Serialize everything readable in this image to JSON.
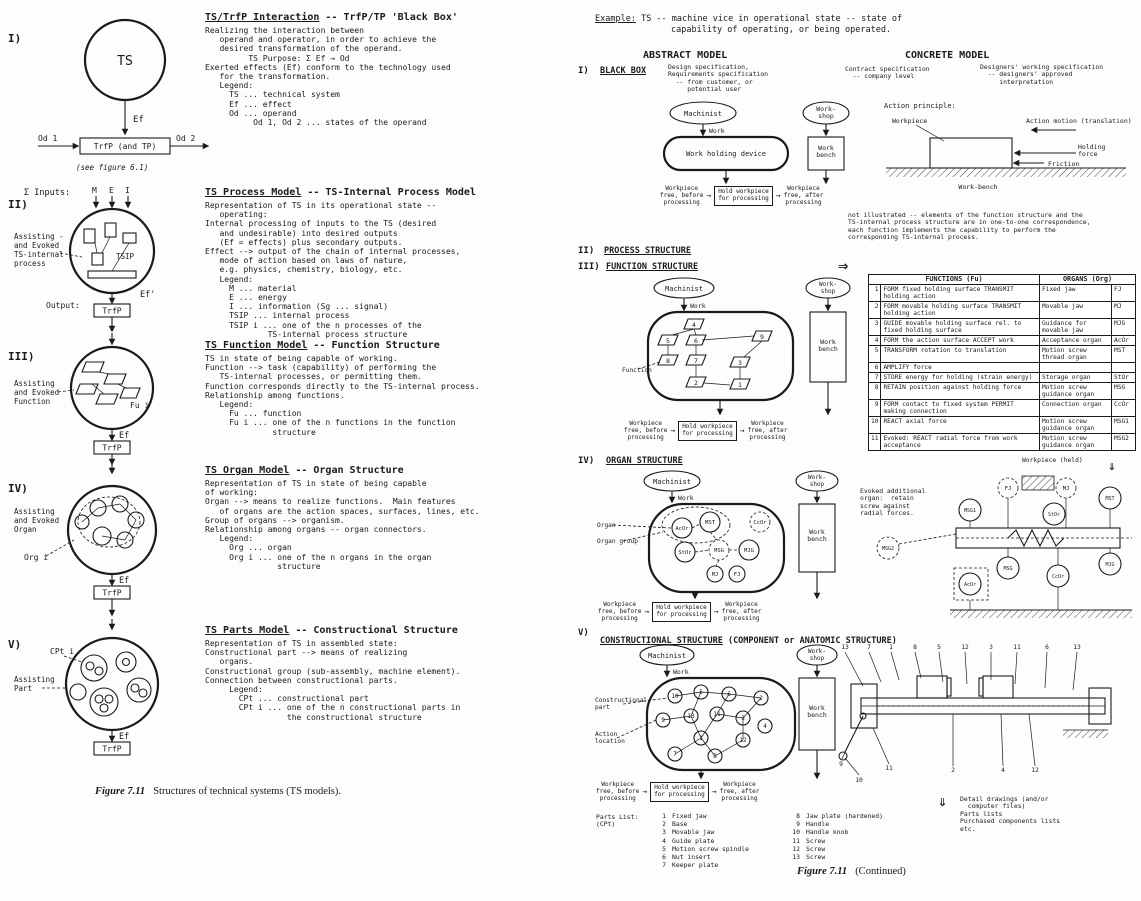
{
  "icons": {
    "flow_arrow": "→",
    "double_arrow_right": "⇒",
    "double_arrow_down": "⇓"
  },
  "left_page": {
    "caption_label": "Figure 7.11",
    "caption_text": "Structures of technical systems (TS models).",
    "s1": {
      "numeral": "I)",
      "heading": "TS/TrfP Interaction",
      "heading_rest": " -- TrfP/TP 'Black Box'",
      "body": [
        "Realizing the interaction between",
        "   operand and operator, in order to achieve the",
        "   desired transformation of the operand.",
        "         TS Purpose: Σ Ef → Od",
        "Exerted effects (Ef) conform to the technology used",
        "   for the transformation.",
        "   Legend:",
        "     TS ... technical system",
        "     Ef ... effect",
        "     Od ... operand",
        "          Od 1, Od 2 ... states of the operand"
      ],
      "diagram": {
        "ts": "TS",
        "ef": "Ef",
        "box": "TrfP (and TP)",
        "od1": "Od 1",
        "od2": "Od 2",
        "note": "(see figure 6.1)"
      }
    },
    "s2": {
      "numeral": "II)",
      "heading": "TS Process Model",
      "heading_rest": " -- TS-Internal Process Model",
      "body": [
        "Representation of TS in its operational state --",
        "   operating:",
        "Internal processing of inputs to the TS (desired",
        "   and undesirable) into desired outputs",
        "   (Ef = effects) plus secondary outputs.",
        "Effect --> output of the chain of internal processes,",
        "   mode of action based on laws of nature,",
        "   e.g. physics, chemistry, biology, etc.",
        "   Legend:",
        "     M ... material",
        "     E ... energy",
        "     I ... information (Sg ... signal)",
        "     TSIP ... internal process",
        "     TSIP i ... one of the n processes of the",
        "             TS-internal process structure"
      ],
      "diagram": {
        "inputs_label": "Σ Inputs:",
        "m": "M",
        "e": "E",
        "i": "I",
        "tsip": "TSIP",
        "side_label": [
          "Assisting -",
          "and Evoked",
          "TS-internal",
          "process"
        ],
        "output_label": "Output:",
        "trfp": "TrfP",
        "ef": "Ef'"
      }
    },
    "s3": {
      "numeral": "III)",
      "heading": "TS Function Model",
      "heading_rest": " -- Function Structure",
      "body": [
        "TS in state of being capable of working.",
        "Function --> task (capability) of performing the",
        "   TS-internal processes, or permitting them.",
        "Function corresponds directly to the TS-internal process.",
        "Relationship among functions.",
        "   Legend:",
        "     Fu ... function",
        "     Fu i ... one of the n functions in the function",
        "              structure"
      ],
      "diagram": {
        "fu": "Fu i",
        "side_label": [
          "Assisting",
          "and Evoked",
          "Function"
        ],
        "ef": "Ef",
        "trfp": "TrfP"
      }
    },
    "s4": {
      "numeral": "IV)",
      "heading": "TS Organ Model",
      "heading_rest": " -- Organ Structure",
      "body": [
        "Representation of TS in state of being capable",
        "of working:",
        "Organ --> means to realize functions.  Main features",
        "   of organs are the action spaces, surfaces, lines, etc.",
        "Group of organs --> organism.",
        "Relationship among organs -- organ connectors.",
        "   Legend:",
        "     Org ... organ",
        "     Org i ... one of the n organs in the organ",
        "               structure"
      ],
      "diagram": {
        "org": "Org i",
        "side_label": [
          "Assisting",
          "and Evoked",
          "Organ"
        ],
        "ef": "Ef",
        "trfp": "TrfP"
      }
    },
    "s5": {
      "numeral": "V)",
      "heading": "TS Parts Model",
      "heading_rest": " -- Constructional Structure",
      "body": [
        "Representation of TS in assembled state:",
        "Constructional part --> means of realizing",
        "   organs.",
        "Constructional group (sub-assembly, machine element).",
        "Connection between constructional parts.",
        "     Legend:",
        "       CPt ... constructional part",
        "       CPt i ... one of the n constructional parts in",
        "                 the constructional structure"
      ],
      "diagram": {
        "cpt": "CPt i",
        "side_label": [
          "Assisting",
          "Part"
        ],
        "ef": "Ef",
        "trfp": "TrfP"
      }
    }
  },
  "right_page": {
    "example_label": "Example:",
    "example_line1": "  TS -- machine vice in operational state -- state of",
    "example_line2": "capability of operating, or being operated.",
    "abstract_header": "ABSTRACT MODEL",
    "concrete_header": "CONCRETE MODEL",
    "workflow": {
      "before": [
        "Workpiece",
        "free, before",
        "processing"
      ],
      "hold": [
        "Hold workpiece",
        "for processing"
      ],
      "after": [
        "Workpiece",
        "free, after",
        "processing"
      ]
    },
    "common": {
      "machinist": "Machinist",
      "work": "Work",
      "workshop": [
        "Work-",
        "shop"
      ],
      "workbench": [
        "Work",
        "bench"
      ]
    },
    "s1": {
      "numeral": "I)",
      "heading": "BLACK BOX",
      "abstract_note": [
        "Design specification,",
        "Requirements specification",
        "  -- from customer, or",
        "     potential user"
      ],
      "concrete_note1": [
        "Contract specification",
        "  -- company level"
      ],
      "concrete_note2": [
        "Designers' working specification",
        "  -- designers' approved",
        "     interpretation"
      ],
      "device": "Work holding device",
      "action_principle": "Action principle:",
      "workpiece": "Workpiece",
      "action_motion": "Action motion (translation)",
      "holding_force": [
        "Holding",
        "force"
      ],
      "friction": "Friction",
      "workbench_label": "Work-bench"
    },
    "s2": {
      "numeral": "II)",
      "heading": "PROCESS STRUCTURE",
      "note": [
        "not illustrated -- elements of the function structure and the",
        "TS-internal process structure are in one-to-one correspondence,",
        "each function implements the capability to perform the",
        "corresponding TS-internal process."
      ]
    },
    "s3": {
      "numeral": "III)",
      "heading": "FUNCTION STRUCTURE",
      "function_label": "Function",
      "fn_numbers": [
        "4",
        "5",
        "6",
        "9",
        "8",
        "7",
        "3",
        "2",
        "1"
      ],
      "table": {
        "col_fu": "FUNCTIONS (Fu)",
        "col_org": "ORGANS (Org)",
        "rows": [
          {
            "num": "1",
            "fu": "FORM fixed holding surface TRANSMIT holding action",
            "organ": "Fixed jaw",
            "abbr": "FJ"
          },
          {
            "num": "2",
            "fu": "FORM movable holding surface TRANSMIT holding action",
            "organ": "Movable jaw",
            "abbr": "MJ"
          },
          {
            "num": "3",
            "fu": "GUIDE movable holding surface rel. to fixed holding surface",
            "organ": "Guidance for movable jaw",
            "abbr": "MJG"
          },
          {
            "num": "4",
            "fu": "FORM the action surface ACCEPT work",
            "organ": "Acceptance organ",
            "abbr": "AcOr"
          },
          {
            "num": "5",
            "fu": "TRANSFORM rotation to translation",
            "organ": "Motion screw thread organ",
            "abbr": "MST"
          },
          {
            "num": "6",
            "fu": "AMPLIFY force",
            "organ": "",
            "abbr": ""
          },
          {
            "num": "7",
            "fu": "STORE energy for holding (strain energy)",
            "organ": "Storage organ",
            "abbr": "StOr"
          },
          {
            "num": "8",
            "fu": "RETAIN position against holding force",
            "organ": "Motion screw guidance organ",
            "abbr": "MSG"
          },
          {
            "num": "9",
            "fu": "FORM contact to fixed system PERMIT making connection",
            "organ": "Connection organ",
            "abbr": "CcOr"
          },
          {
            "num": "10",
            "fu": "REACT axial force",
            "organ": "Motion screw guidance organ",
            "abbr": "MSG1"
          },
          {
            "num": "11",
            "fu": "Evoked: REACT radial force from work acceptance",
            "organ": "Motion screw guidance organ",
            "abbr": "MSG2"
          }
        ]
      }
    },
    "s4": {
      "numeral": "IV)",
      "heading": "ORGAN STRUCTURE",
      "organ_label": "Organ",
      "organ_group_label": "Organ group",
      "abstract_organs": [
        "AcOr",
        "MST",
        "StOr",
        "MSG",
        "MJG",
        "CcOr",
        "MJ",
        "FJ"
      ],
      "workpiece_held": "Workpiece (held)",
      "evoked_note": [
        "Evoked additional",
        "organ:  retain",
        "screw against",
        "radial forces."
      ],
      "concrete_organs": [
        "FJ",
        "MJ",
        "MSG1",
        "StOr",
        "MST",
        "MSG",
        "CcOr",
        "MJG",
        "AcOr",
        "MSG2"
      ]
    },
    "s5": {
      "numeral": "V)",
      "heading": "CONSTRUCTIONAL STRUCTURE",
      "heading_rest": " (COMPONENT or ANATOMIC STRUCTURE)",
      "part_label": [
        "Constructional",
        "part"
      ],
      "action_label": [
        "Action",
        "location"
      ],
      "network_numbers": [
        "10",
        "5",
        "6",
        "2",
        "9",
        "13",
        "11",
        "3",
        "4",
        "1",
        "12",
        "7",
        "8"
      ],
      "parts_list_label": [
        "Parts List:",
        "(CPt)"
      ],
      "parts": [
        {
          "num": "1",
          "name": "Fixed jaw"
        },
        {
          "num": "2",
          "name": "Base"
        },
        {
          "num": "3",
          "name": "Movable jaw"
        },
        {
          "num": "4",
          "name": "Guide plate"
        },
        {
          "num": "5",
          "name": "Motion screw spindle"
        },
        {
          "num": "6",
          "name": "Nut insert"
        },
        {
          "num": "7",
          "name": "Keeper plate"
        },
        {
          "num": "8",
          "name": "Jaw plate (hardened)"
        },
        {
          "num": "9",
          "name": "Handle"
        },
        {
          "num": "10",
          "name": "Handle knob"
        },
        {
          "num": "11",
          "name": "Screw"
        },
        {
          "num": "12",
          "name": "Screw"
        },
        {
          "num": "13",
          "name": "Screw"
        }
      ],
      "top_callouts": [
        "13",
        "7",
        "1",
        "8",
        "5",
        "12",
        "3",
        "11",
        "6",
        "13"
      ],
      "bottom_callouts": [
        "9",
        "10",
        "11",
        "2",
        "4",
        "12"
      ],
      "detail_note": [
        "Detail drawings (and/or",
        "  computer files)",
        "Parts lists",
        "Purchased components lists",
        "etc."
      ]
    },
    "caption_label": "Figure 7.11",
    "caption_text": "(Continued)"
  }
}
